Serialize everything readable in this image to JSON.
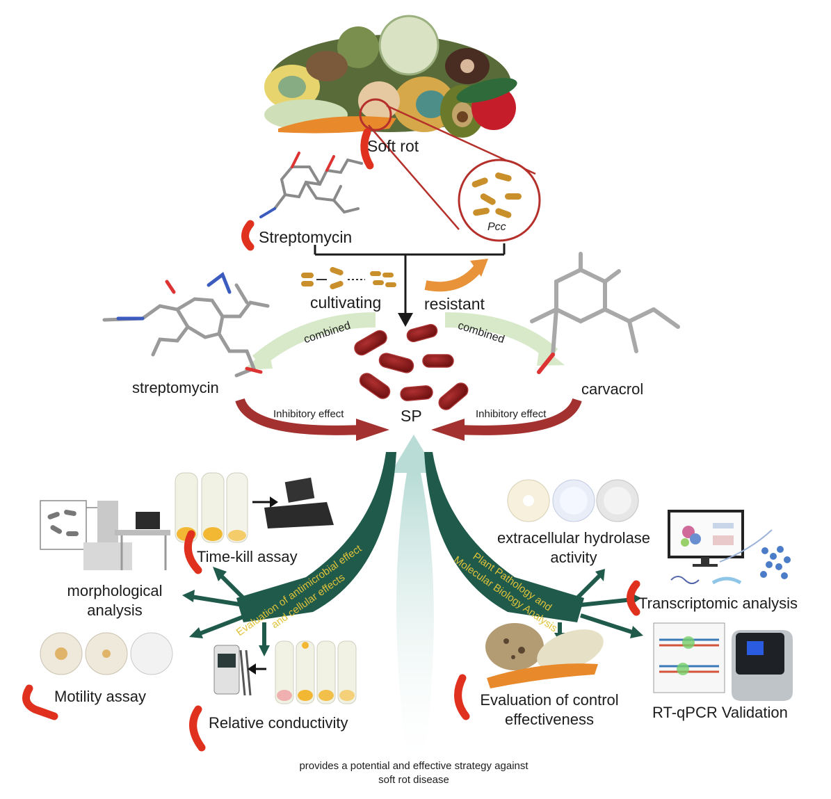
{
  "labels": {
    "soft_rot": "Soft rot",
    "pcc": "Pcc",
    "streptomycin_top": "Streptomycin",
    "cultivating": "cultivating",
    "resistant": "resistant",
    "combined_left": "combined",
    "combined_right": "combined",
    "streptomycin": "streptomycin",
    "carvacrol": "carvacrol",
    "sp": "SP",
    "inhibitory_left": "Inhibitory effect",
    "inhibitory_right": "Inhibitory effect",
    "time_kill": "Time-kill assay",
    "morphological": "morphological analysis",
    "motility": "Motility assay",
    "conductivity": "Relative conductivity",
    "hydrolase": "extracellular hydrolase activity",
    "transcriptomic": "Transcriptomic analysis",
    "control": "Evaluation of control effectiveness",
    "rtqpcr": "RT-qPCR Validation",
    "branch_left": "Evaluation of antimicrobial effect and cellular effects",
    "branch_right": "Plant Pathology and Molecular Biology Analysis",
    "conclusion": "provides a potential and effective strategy against soft rot disease"
  },
  "colors": {
    "pathogen": "#8b1a1a",
    "inhibit_arrow": "#a3312f",
    "branch": "#1f5a4a",
    "branch_text": "#e0c23a",
    "combined_arrow": "#d7e9c8",
    "center_arrow": "#cfe6e2",
    "marker": "#e0301e"
  }
}
